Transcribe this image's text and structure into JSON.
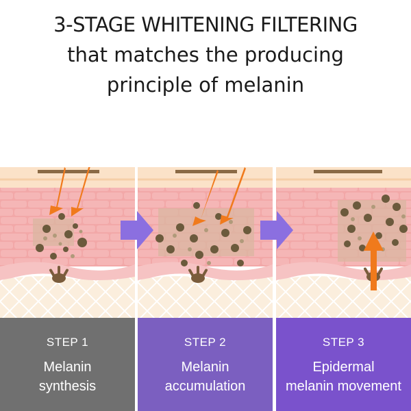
{
  "title": {
    "line1": "3-STAGE WHITENING FILTERING",
    "line2": "that matches the producing",
    "line3": "principle of melanin"
  },
  "steps": [
    {
      "label": "STEP 1",
      "desc": "Melanin\nsynthesis",
      "color": "#707070"
    },
    {
      "label": "STEP 2",
      "desc": "Melanin\naccumulation",
      "color": "#7b5fc0"
    },
    {
      "label": "STEP 3",
      "desc": "Epidermal\nmelanin movement",
      "color": "#7a52cc"
    }
  ],
  "colors": {
    "skin_top": "#fbe2c8",
    "brick": "#f2a8a8",
    "brick_line": "#ffe6e6",
    "cell_layer": "#f6c3c3",
    "dermis": "#fbeedd",
    "melanin": "#6b5a3c",
    "melanin_light": "#b09a7a",
    "arrow_orange": "#f07a1c",
    "arrow_purple": "#8b6fe0"
  }
}
